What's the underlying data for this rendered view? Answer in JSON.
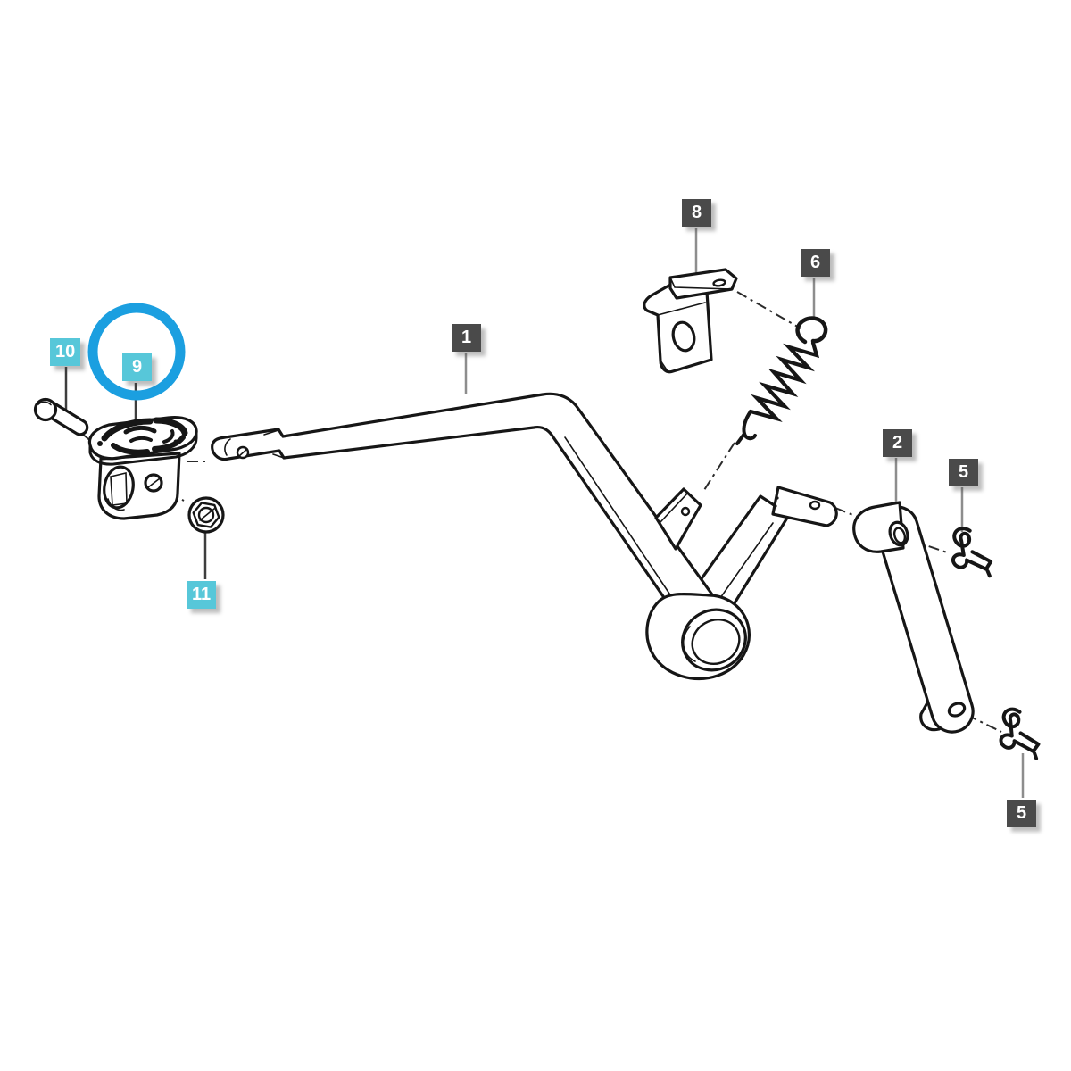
{
  "diagram": {
    "kind": "exploded-parts-diagram",
    "highlighted_callout": "9",
    "callouts": [
      {
        "id": "callout-10",
        "label": "10",
        "style": "cyan",
        "highlighted": false
      },
      {
        "id": "callout-9",
        "label": "9",
        "style": "cyan",
        "highlighted": true
      },
      {
        "id": "callout-11",
        "label": "11",
        "style": "cyan",
        "highlighted": false
      },
      {
        "id": "callout-1",
        "label": "1",
        "style": "dark",
        "highlighted": false
      },
      {
        "id": "callout-8",
        "label": "8",
        "style": "dark",
        "highlighted": false
      },
      {
        "id": "callout-6",
        "label": "6",
        "style": "dark",
        "highlighted": false
      },
      {
        "id": "callout-2",
        "label": "2",
        "style": "dark",
        "highlighted": false
      },
      {
        "id": "callout-5-upper",
        "label": "5",
        "style": "dark",
        "highlighted": false
      },
      {
        "id": "callout-5-lower",
        "label": "5",
        "style": "dark",
        "highlighted": false
      }
    ],
    "colors": {
      "background": "#ffffff",
      "line": "#161616",
      "callout_dark": "#4a4a4a",
      "callout_cyan": "#57c7d9",
      "callout_text": "#ffffff",
      "leader": "#8d8d8d",
      "leader_dark": "#3e3e3e",
      "highlight_circle": "#1b9fe0"
    }
  }
}
